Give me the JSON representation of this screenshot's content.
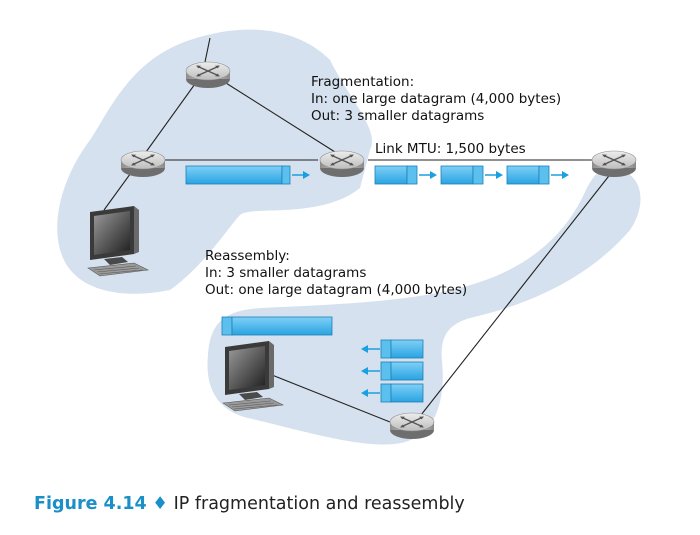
{
  "colors": {
    "cloud": "#d5e1ee",
    "datagram": "#49b3ea",
    "arrow": "#1a9fe0",
    "caption_accent": "#1a8fc8"
  },
  "fragmentation": {
    "title": "Fragmentation:",
    "in": "In: one large datagram (4,000 bytes)",
    "out": "Out: 3 smaller datagrams"
  },
  "link": {
    "label": "Link MTU: 1,500 bytes"
  },
  "reassembly": {
    "title": "Reassembly:",
    "in": "In: 3 smaller datagrams",
    "out": "Out: one large datagram (4,000 bytes)"
  },
  "caption": {
    "figure": "Figure 4.14",
    "separator": "♦",
    "text": "IP fragmentation and reassembly"
  },
  "icons": [
    "router-icon",
    "computer-icon",
    "datagram-icon",
    "arrow-icon"
  ]
}
